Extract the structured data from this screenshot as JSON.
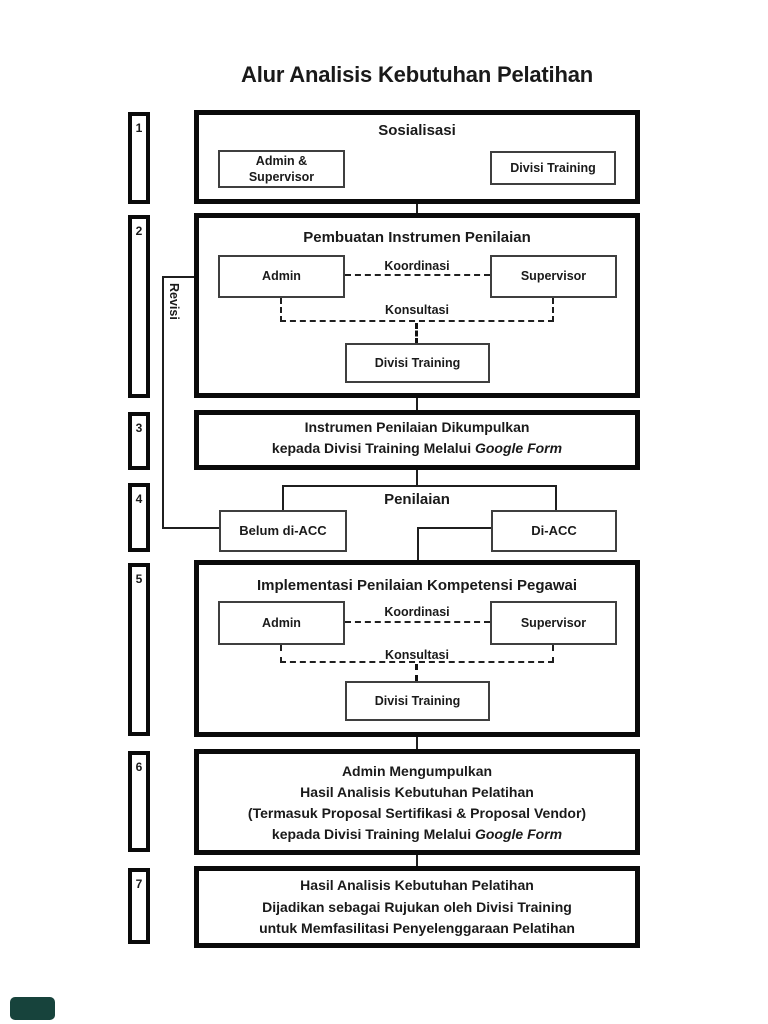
{
  "title": "Alur Analisis Kebutuhan Pelatihan",
  "step1": {
    "number": "1",
    "heading": "Sosialisasi",
    "admin_supervisor_line1": "Admin &",
    "admin_supervisor_line2": "Supervisor",
    "divisi_training": "Divisi Training"
  },
  "step2": {
    "number": "2",
    "heading": "Pembuatan Instrumen Penilaian",
    "admin": "Admin",
    "supervisor": "Supervisor",
    "koordinasi": "Koordinasi",
    "konsultasi": "Konsultasi",
    "divisi_training": "Divisi Training"
  },
  "step3": {
    "number": "3",
    "line1": "Instrumen Penilaian Dikumpulkan",
    "line2_prefix": "kepada Divisi Training Melalui ",
    "line2_italic": "Google Form"
  },
  "step4": {
    "number": "4",
    "heading": "Penilaian",
    "left_box": "Belum di-ACC",
    "right_box": "Di-ACC",
    "revisi_label": "Revisi"
  },
  "step5": {
    "number": "5",
    "heading": "Implementasi Penilaian Kompetensi Pegawai",
    "admin": "Admin",
    "supervisor": "Supervisor",
    "koordinasi": "Koordinasi",
    "konsultasi": "Konsultasi",
    "divisi_training": "Divisi Training"
  },
  "step6": {
    "number": "6",
    "line1": "Admin Mengumpulkan",
    "line2": "Hasil Analisis Kebutuhan Pelatihan",
    "line3": "(Termasuk Proposal Sertifikasi & Proposal Vendor)",
    "line4_prefix": "kepada Divisi Training Melalui ",
    "line4_italic": "Google Form"
  },
  "step7": {
    "number": "7",
    "line1": "Hasil Analisis Kebutuhan Pelatihan",
    "line2": "Dijadikan sebagai Rujukan oleh Divisi Training",
    "line3": "untuk Memfasilitasi Penyelenggaraan Pelatihan"
  },
  "colors": {
    "ink": "#1a1a1a",
    "heavy_border": "#0a0a0a",
    "light_border": "#3f3f3f",
    "corner_badge": "#17433c"
  }
}
